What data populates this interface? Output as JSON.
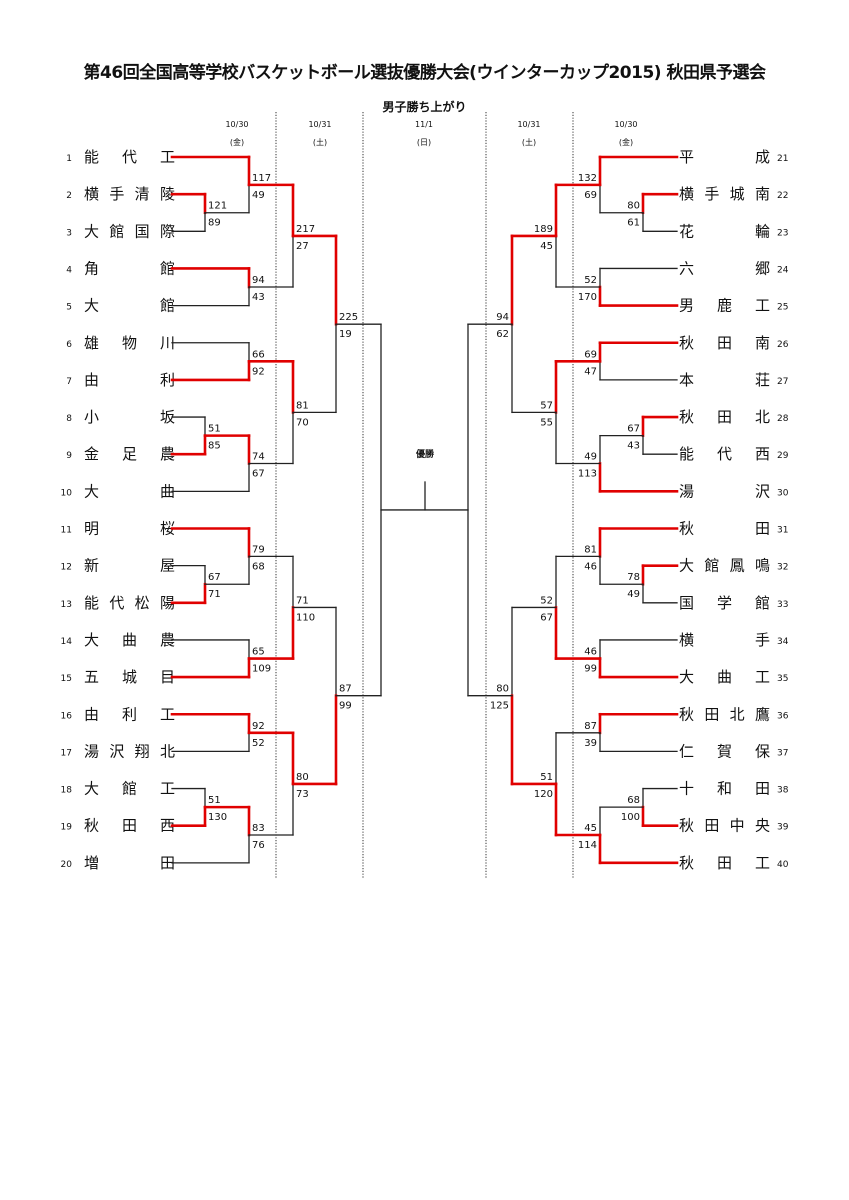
{
  "title": "第46回全国高等学校バスケットボール選抜優勝大会(ウインターカップ2015)  秋田県予選会",
  "subtitle": "男子勝ち上がり",
  "champion_label": "優勝",
  "days": [
    {
      "date": "10/30",
      "weekday": "(金)"
    },
    {
      "date": "10/31",
      "weekday": "(土)"
    },
    {
      "date": "11/1",
      "weekday": "(日)"
    },
    {
      "date": "10/31",
      "weekday": "(土)"
    },
    {
      "date": "10/30",
      "weekday": "(金)"
    }
  ],
  "colors": {
    "winner_line": "#e00000",
    "loser_line": "#222222",
    "separator": "#333333"
  },
  "left_teams": [
    {
      "seed": "1",
      "name": "能代工",
      "spaced": [
        "能",
        "代",
        "工"
      ]
    },
    {
      "seed": "2",
      "name": "横手清陵",
      "spaced": [
        "横",
        "手",
        "清",
        "陵"
      ]
    },
    {
      "seed": "3",
      "name": "大館国際",
      "spaced": [
        "大",
        "館",
        "国",
        "際"
      ]
    },
    {
      "seed": "4",
      "name": "角館",
      "spaced": [
        "角",
        "館"
      ]
    },
    {
      "seed": "5",
      "name": "大館",
      "spaced": [
        "大",
        "館"
      ]
    },
    {
      "seed": "6",
      "name": "雄物川",
      "spaced": [
        "雄",
        "物",
        "川"
      ]
    },
    {
      "seed": "7",
      "name": "由利",
      "spaced": [
        "由",
        "利"
      ]
    },
    {
      "seed": "8",
      "name": "小坂",
      "spaced": [
        "小",
        "坂"
      ]
    },
    {
      "seed": "9",
      "name": "金足農",
      "spaced": [
        "金",
        "足",
        "農"
      ]
    },
    {
      "seed": "10",
      "name": "大曲",
      "spaced": [
        "大",
        "曲"
      ]
    },
    {
      "seed": "11",
      "name": "明桜",
      "spaced": [
        "明",
        "桜"
      ]
    },
    {
      "seed": "12",
      "name": "新屋",
      "spaced": [
        "新",
        "屋"
      ]
    },
    {
      "seed": "13",
      "name": "能代松陽",
      "spaced": [
        "能",
        "代",
        "松",
        "陽"
      ]
    },
    {
      "seed": "14",
      "name": "大曲農",
      "spaced": [
        "大",
        "曲",
        "農"
      ]
    },
    {
      "seed": "15",
      "name": "五城目",
      "spaced": [
        "五",
        "城",
        "目"
      ]
    },
    {
      "seed": "16",
      "name": "由利工",
      "spaced": [
        "由",
        "利",
        "工"
      ]
    },
    {
      "seed": "17",
      "name": "湯沢翔北",
      "spaced": [
        "湯",
        "沢",
        "翔",
        "北"
      ]
    },
    {
      "seed": "18",
      "name": "大館工",
      "spaced": [
        "大",
        "館",
        "工"
      ]
    },
    {
      "seed": "19",
      "name": "秋田西",
      "spaced": [
        "秋",
        "田",
        "西"
      ]
    },
    {
      "seed": "20",
      "name": "増田",
      "spaced": [
        "増",
        "田"
      ]
    }
  ],
  "right_teams": [
    {
      "seed": "21",
      "name": "平成",
      "spaced": [
        "平",
        "成"
      ]
    },
    {
      "seed": "22",
      "name": "横手城南",
      "spaced": [
        "横",
        "手",
        "城",
        "南"
      ]
    },
    {
      "seed": "23",
      "name": "花輪",
      "spaced": [
        "花",
        "輪"
      ]
    },
    {
      "seed": "24",
      "name": "六郷",
      "spaced": [
        "六",
        "郷"
      ]
    },
    {
      "seed": "25",
      "name": "男鹿工",
      "spaced": [
        "男",
        "鹿",
        "工"
      ]
    },
    {
      "seed": "26",
      "name": "秋田南",
      "spaced": [
        "秋",
        "田",
        "南"
      ]
    },
    {
      "seed": "27",
      "name": "本荘",
      "spaced": [
        "本",
        "荘"
      ]
    },
    {
      "seed": "28",
      "name": "秋田北",
      "spaced": [
        "秋",
        "田",
        "北"
      ]
    },
    {
      "seed": "29",
      "name": "能代西",
      "spaced": [
        "能",
        "代",
        "西"
      ]
    },
    {
      "seed": "30",
      "name": "湯沢",
      "spaced": [
        "湯",
        "沢"
      ]
    },
    {
      "seed": "31",
      "name": "秋田",
      "spaced": [
        "秋",
        "田"
      ]
    },
    {
      "seed": "32",
      "name": "大館鳳鳴",
      "spaced": [
        "大",
        "館",
        "鳳",
        "鳴"
      ]
    },
    {
      "seed": "33",
      "name": "国学館",
      "spaced": [
        "国",
        "学",
        "館"
      ]
    },
    {
      "seed": "34",
      "name": "横手",
      "spaced": [
        "横",
        "手"
      ]
    },
    {
      "seed": "35",
      "name": "大曲工",
      "spaced": [
        "大",
        "曲",
        "工"
      ]
    },
    {
      "seed": "36",
      "name": "秋田北鷹",
      "spaced": [
        "秋",
        "田",
        "北",
        "鷹"
      ]
    },
    {
      "seed": "37",
      "name": "仁賀保",
      "spaced": [
        "仁",
        "賀",
        "保"
      ]
    },
    {
      "seed": "38",
      "name": "十和田",
      "spaced": [
        "十",
        "和",
        "田"
      ]
    },
    {
      "seed": "39",
      "name": "秋田中央",
      "spaced": [
        "秋",
        "田",
        "中",
        "央"
      ]
    },
    {
      "seed": "40",
      "name": "秋田工",
      "spaced": [
        "秋",
        "田",
        "工"
      ]
    }
  ],
  "left_blocks": [
    {
      "r1": {
        "teams": [
          1,
          2
        ],
        "scores": [
          121,
          89
        ],
        "winner": 0
      },
      "r2": {
        "scores": [
          117,
          49
        ],
        "winner": 0
      },
      "r1b": null,
      "r2b": {
        "teams": [
          3,
          4
        ],
        "scores": [
          94,
          43
        ],
        "winner": 0
      },
      "r3": {
        "scores": [
          217,
          27
        ],
        "winner": 0
      }
    },
    {
      "r1": null,
      "r2": {
        "teams": [
          5,
          6
        ],
        "scores": [
          66,
          92
        ],
        "winner": 1
      },
      "r1b": {
        "teams": [
          7,
          8
        ],
        "scores": [
          51,
          85
        ],
        "winner": 1
      },
      "r2b": {
        "scores": [
          74,
          67
        ],
        "winner": 0
      },
      "r3": {
        "scores": [
          81,
          70
        ],
        "winner": 0
      }
    },
    {
      "r1": {
        "teams": [
          11,
          12
        ],
        "scores": [
          67,
          71
        ],
        "winner": 1
      },
      "r2": {
        "scores": [
          79,
          68
        ],
        "winner": 0
      },
      "r1b": null,
      "r2b": {
        "teams": [
          13,
          14
        ],
        "scores": [
          65,
          109
        ],
        "winner": 1
      },
      "r3": {
        "scores": [
          71,
          110
        ],
        "winner": 1
      }
    },
    {
      "r1": null,
      "r2": {
        "teams": [
          15,
          16
        ],
        "scores": [
          92,
          52
        ],
        "winner": 0
      },
      "r1b": {
        "teams": [
          17,
          18
        ],
        "scores": [
          51,
          130
        ],
        "winner": 1
      },
      "r2b": {
        "scores": [
          83,
          76
        ],
        "winner": 0
      },
      "r3": {
        "scores": [
          80,
          73
        ],
        "winner": 0
      }
    }
  ],
  "left_r4": [
    {
      "scores": [
        225,
        19
      ],
      "winner": 0
    },
    {
      "scores": [
        87,
        99
      ],
      "winner": 1
    }
  ],
  "right_blocks": [
    {
      "r1": {
        "teams": [
          1,
          2
        ],
        "scores": [
          80,
          61
        ],
        "winner": 0
      },
      "r2": {
        "scores": [
          132,
          69
        ],
        "winner": 0
      },
      "r1b": null,
      "r2b": {
        "teams": [
          3,
          4
        ],
        "scores": [
          52,
          170
        ],
        "winner": 1
      },
      "r3": {
        "scores": [
          189,
          45
        ],
        "winner": 0
      }
    },
    {
      "r1": null,
      "r2": {
        "teams": [
          5,
          6
        ],
        "scores": [
          69,
          47
        ],
        "winner": 0
      },
      "r1b": {
        "teams": [
          7,
          8
        ],
        "scores": [
          67,
          43
        ],
        "winner": 0
      },
      "r2b": {
        "scores": [
          49,
          113
        ],
        "winner": 1
      },
      "r3": {
        "scores": [
          57,
          55
        ],
        "winner": 0
      }
    },
    {
      "r1": {
        "teams": [
          11,
          12
        ],
        "scores": [
          78,
          49
        ],
        "winner": 0
      },
      "r2": {
        "scores": [
          81,
          46
        ],
        "winner": 0
      },
      "r1b": null,
      "r2b": {
        "teams": [
          13,
          14
        ],
        "scores": [
          46,
          99
        ],
        "winner": 1
      },
      "r3": {
        "scores": [
          52,
          67
        ],
        "winner": 1
      }
    },
    {
      "r1": null,
      "r2": {
        "teams": [
          15,
          16
        ],
        "scores": [
          87,
          39
        ],
        "winner": 0
      },
      "r1b": {
        "teams": [
          17,
          18
        ],
        "scores": [
          68,
          100
        ],
        "winner": 1
      },
      "r2b": {
        "scores": [
          45,
          114
        ],
        "winner": 1
      },
      "r3": {
        "scores": [
          51,
          120
        ],
        "winner": 1
      }
    }
  ],
  "right_r4": [
    {
      "scores": [
        94,
        62
      ],
      "winner": 0
    },
    {
      "scores": [
        80,
        125
      ],
      "winner": 1
    }
  ]
}
